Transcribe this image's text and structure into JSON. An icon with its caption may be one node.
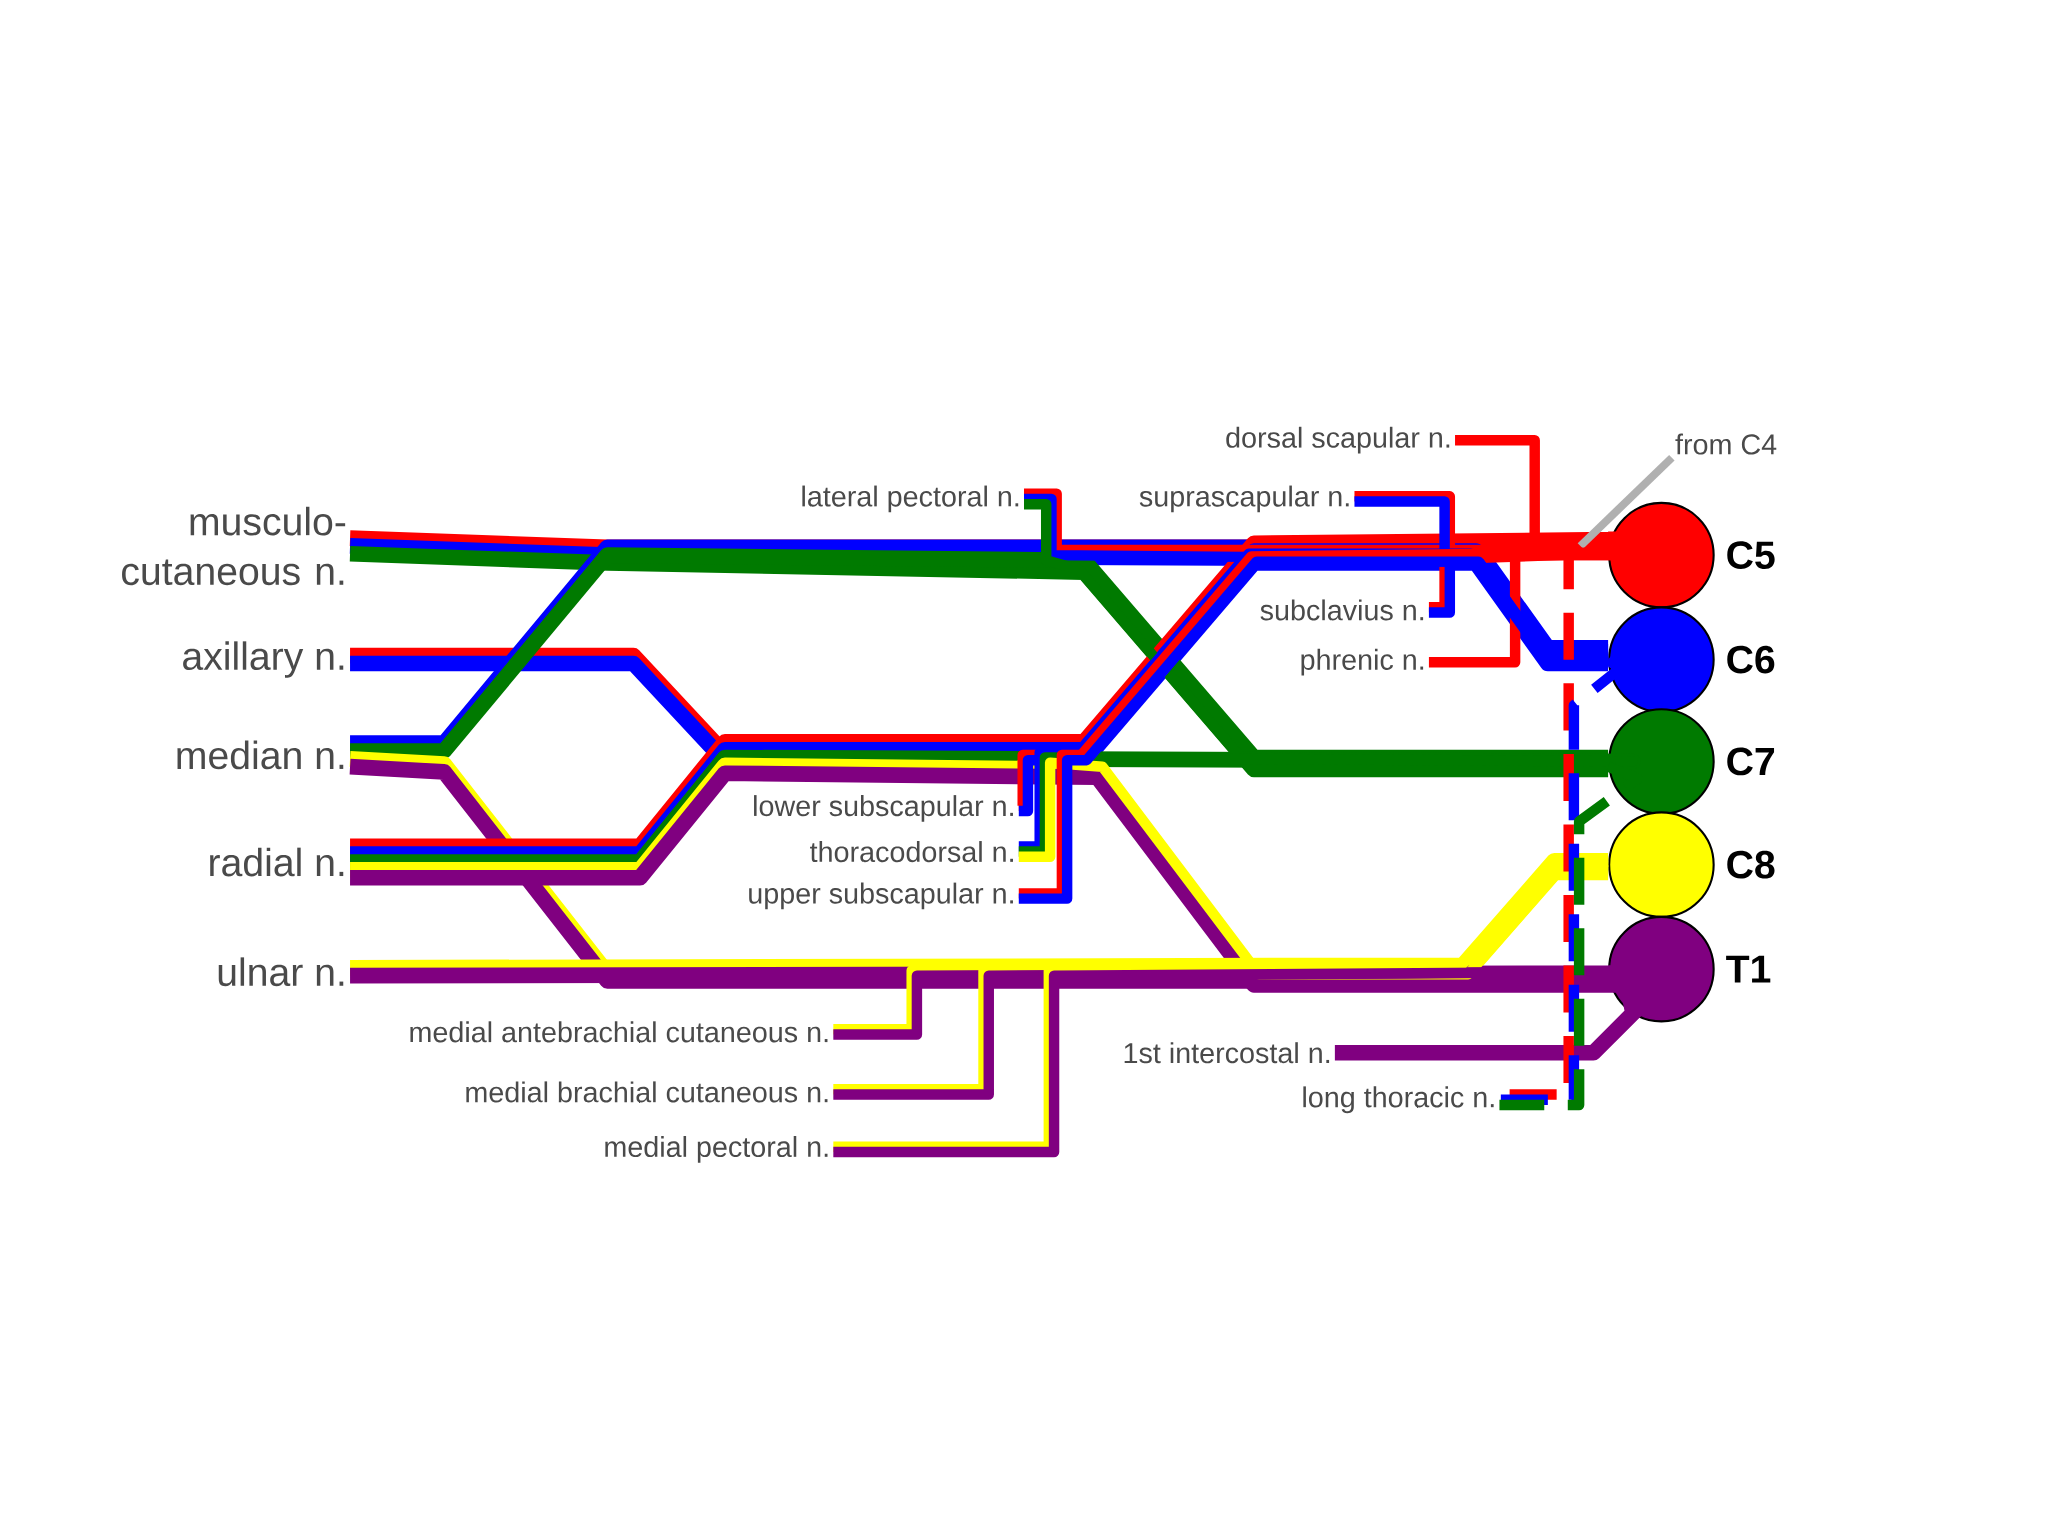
{
  "diagram": {
    "nodes": [
      {
        "text": [
          "musculo- cutaneous n."
        ]
      },
      {
        "text": [
          "axillary n."
        ]
      },
      {
        "text": [
          "median n."
        ]
      },
      {
        "text": [
          "radial n."
        ]
      },
      {
        "text": [
          "ulnar n."
        ]
      },
      {
        "text": [
          "lateral pectoral n."
        ]
      },
      {
        "text": [
          "dorsal scapular n."
        ]
      },
      {
        "text": [
          "suprascapular n."
        ]
      },
      {
        "text": [
          "subclavius n."
        ]
      },
      {
        "text": [
          "phrenic n."
        ]
      },
      {
        "text": [
          "from C4"
        ]
      },
      {
        "text": [
          "lower subscapular n."
        ]
      },
      {
        "text": [
          "thoracodorsal n."
        ]
      },
      {
        "text": [
          "upper subscapular n."
        ]
      },
      {
        "text": [
          "medial antebrachial cutaneous n."
        ]
      },
      {
        "text": [
          "medial brachial cutaneous n."
        ]
      },
      {
        "text": [
          "medial pectoral n."
        ]
      },
      {
        "text": [
          "1st intercostal n."
        ]
      },
      {
        "text": [
          "long thoracic n."
        ]
      },
      {
        "text": [
          "C5"
        ]
      },
      {
        "text": [
          "C6"
        ]
      },
      {
        "text": [
          "C7"
        ]
      },
      {
        "text": [
          "C8"
        ]
      },
      {
        "text": [
          "T1"
        ]
      }
    ],
    "edges": [
      {
        "from": 19,
        "to": 0,
        "arrow": "none",
        "color": "#ff0000"
      },
      {
        "from": 20,
        "to": 0,
        "arrow": "none",
        "color": "#0000ff"
      },
      {
        "from": 21,
        "to": 0,
        "arrow": "none",
        "color": "#007a00"
      },
      {
        "from": 19,
        "to": 1,
        "arrow": "none",
        "color": "#ff0000"
      },
      {
        "from": 20,
        "to": 1,
        "arrow": "none",
        "color": "#0000ff"
      },
      {
        "from": 20,
        "to": 2,
        "arrow": "none",
        "color": "#0000ff"
      },
      {
        "from": 21,
        "to": 2,
        "arrow": "none",
        "color": "#007a00"
      },
      {
        "from": 22,
        "to": 2,
        "arrow": "none",
        "color": "#ffff00"
      },
      {
        "from": 23,
        "to": 2,
        "arrow": "none",
        "color": "#800080"
      },
      {
        "from": 19,
        "to": 3,
        "arrow": "none",
        "color": "#ff0000"
      },
      {
        "from": 20,
        "to": 3,
        "arrow": "none",
        "color": "#0000ff"
      },
      {
        "from": 21,
        "to": 3,
        "arrow": "none",
        "color": "#007a00"
      },
      {
        "from": 22,
        "to": 3,
        "arrow": "none",
        "color": "#ffff00"
      },
      {
        "from": 23,
        "to": 3,
        "arrow": "none",
        "color": "#800080"
      },
      {
        "from": 22,
        "to": 4,
        "arrow": "none",
        "color": "#ffff00"
      },
      {
        "from": 23,
        "to": 4,
        "arrow": "none",
        "color": "#800080"
      },
      {
        "from": 19,
        "to": 5,
        "arrow": "none",
        "color": "#ff0000"
      },
      {
        "from": 20,
        "to": 5,
        "arrow": "none",
        "color": "#0000ff"
      },
      {
        "from": 21,
        "to": 5,
        "arrow": "none",
        "color": "#007a00"
      },
      {
        "from": 19,
        "to": 6,
        "arrow": "none",
        "color": "#ff0000"
      },
      {
        "from": 19,
        "to": 7,
        "arrow": "none",
        "color": "#ff0000"
      },
      {
        "from": 20,
        "to": 7,
        "arrow": "none",
        "color": "#0000ff"
      },
      {
        "from": 19,
        "to": 8,
        "arrow": "none",
        "color": "#ff0000"
      },
      {
        "from": 20,
        "to": 8,
        "arrow": "none",
        "color": "#0000ff"
      },
      {
        "from": 19,
        "to": 9,
        "arrow": "none",
        "color": "#ff0000"
      },
      {
        "from": 10,
        "to": null,
        "arrow": "none",
        "color": "#b0b0b0"
      },
      {
        "from": 19,
        "to": 11,
        "arrow": "none",
        "color": "#ff0000"
      },
      {
        "from": 20,
        "to": 11,
        "arrow": "none",
        "color": "#0000ff"
      },
      {
        "from": 20,
        "to": 12,
        "arrow": "none",
        "color": "#0000ff"
      },
      {
        "from": 21,
        "to": 12,
        "arrow": "none",
        "color": "#007a00"
      },
      {
        "from": 22,
        "to": 12,
        "arrow": "none",
        "color": "#ffff00"
      },
      {
        "from": 19,
        "to": 13,
        "arrow": "none",
        "color": "#ff0000"
      },
      {
        "from": 20,
        "to": 13,
        "arrow": "none",
        "color": "#0000ff"
      },
      {
        "from": 22,
        "to": 14,
        "arrow": "none",
        "color": "#ffff00"
      },
      {
        "from": 23,
        "to": 14,
        "arrow": "none",
        "color": "#800080"
      },
      {
        "from": 22,
        "to": 15,
        "arrow": "none",
        "color": "#ffff00"
      },
      {
        "from": 23,
        "to": 15,
        "arrow": "none",
        "color": "#800080"
      },
      {
        "from": 22,
        "to": 16,
        "arrow": "none",
        "color": "#ffff00"
      },
      {
        "from": 23,
        "to": 16,
        "arrow": "none",
        "color": "#800080"
      },
      {
        "from": 23,
        "to": 17,
        "arrow": "none",
        "color": "#800080"
      },
      {
        "from": 19,
        "to": 18,
        "arrow": "none",
        "color": "#ff0000",
        "style": "dashed"
      },
      {
        "from": 20,
        "to": 18,
        "arrow": "none",
        "color": "#0000ff",
        "style": "dashed"
      },
      {
        "from": 21,
        "to": 18,
        "arrow": "none",
        "color": "#007a00",
        "style": "dashed"
      }
    ]
  }
}
